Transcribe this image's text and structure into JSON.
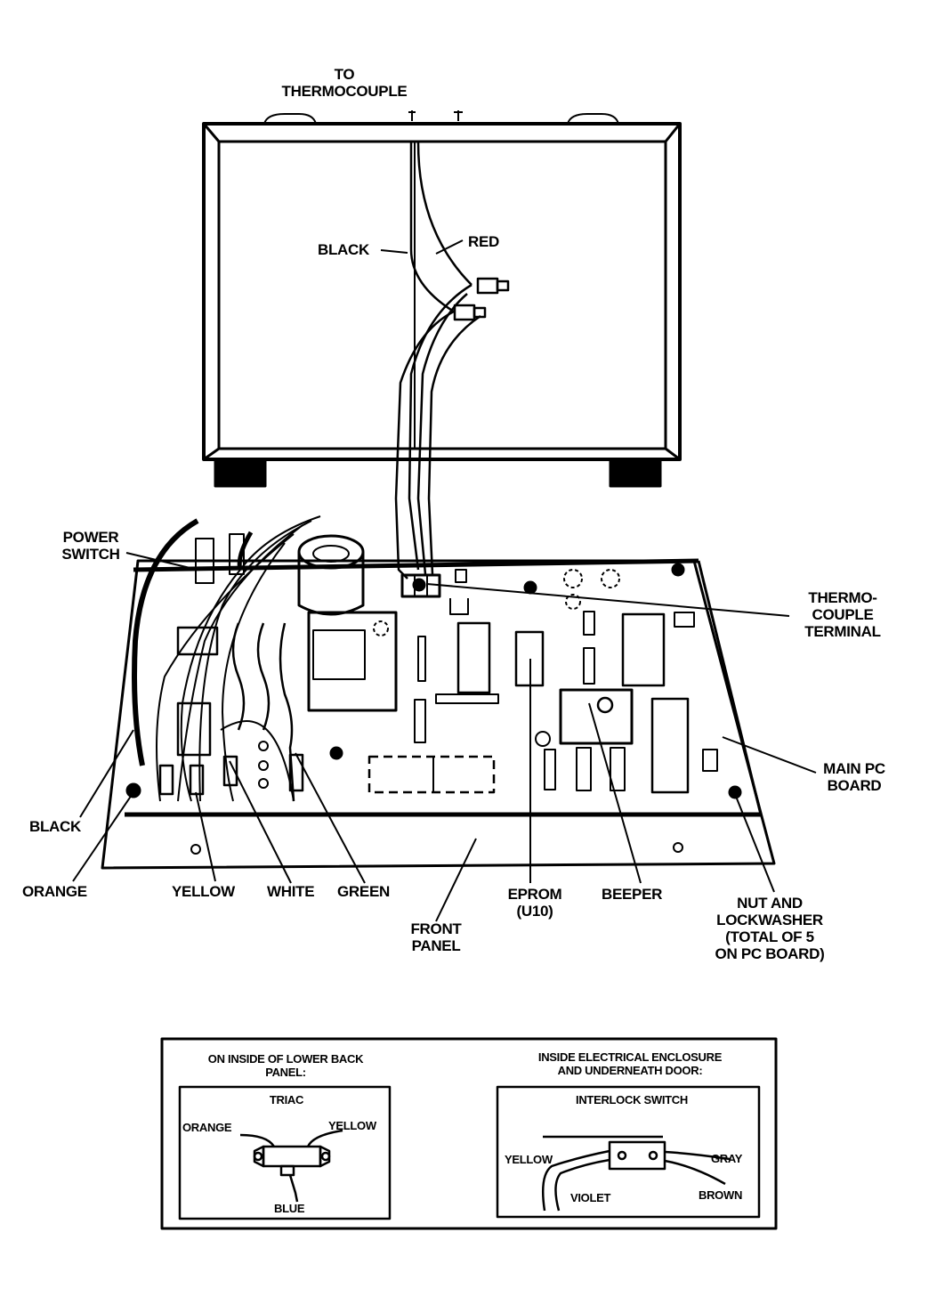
{
  "labels": {
    "to_thermocouple": [
      "TO",
      "THERMOCOUPLE"
    ],
    "black_top": "BLACK",
    "red_top": "RED",
    "power_switch": [
      "POWER",
      "SWITCH"
    ],
    "thermocouple_terminal": [
      "THERMO-",
      "COUPLE",
      "TERMINAL"
    ],
    "main_pc_board": [
      "MAIN PC",
      "BOARD"
    ],
    "black": "BLACK",
    "orange": "ORANGE",
    "yellow": "YELLOW",
    "white": "WHITE",
    "green": "GREEN",
    "front_panel": [
      "FRONT",
      "PANEL"
    ],
    "eprom": [
      "EPROM",
      "(U10)"
    ],
    "beeper": "BEEPER",
    "nut_lockwasher": [
      "NUT AND",
      "LOCKWASHER",
      "(TOTAL OF 5",
      "ON PC BOARD)"
    ]
  },
  "inset_left": {
    "heading": [
      "ON INSIDE OF LOWER BACK",
      "PANEL:"
    ],
    "title": "TRIAC",
    "orange": "ORANGE",
    "yellow": "YELLOW",
    "blue": "BLUE"
  },
  "inset_right": {
    "heading": [
      "INSIDE ELECTRICAL ENCLOSURE",
      "AND UNDERNEATH DOOR:"
    ],
    "title": "INTERLOCK SWITCH",
    "yellow": "YELLOW",
    "gray": "GRAY",
    "violet": "VIOLET",
    "brown": "BROWN"
  }
}
